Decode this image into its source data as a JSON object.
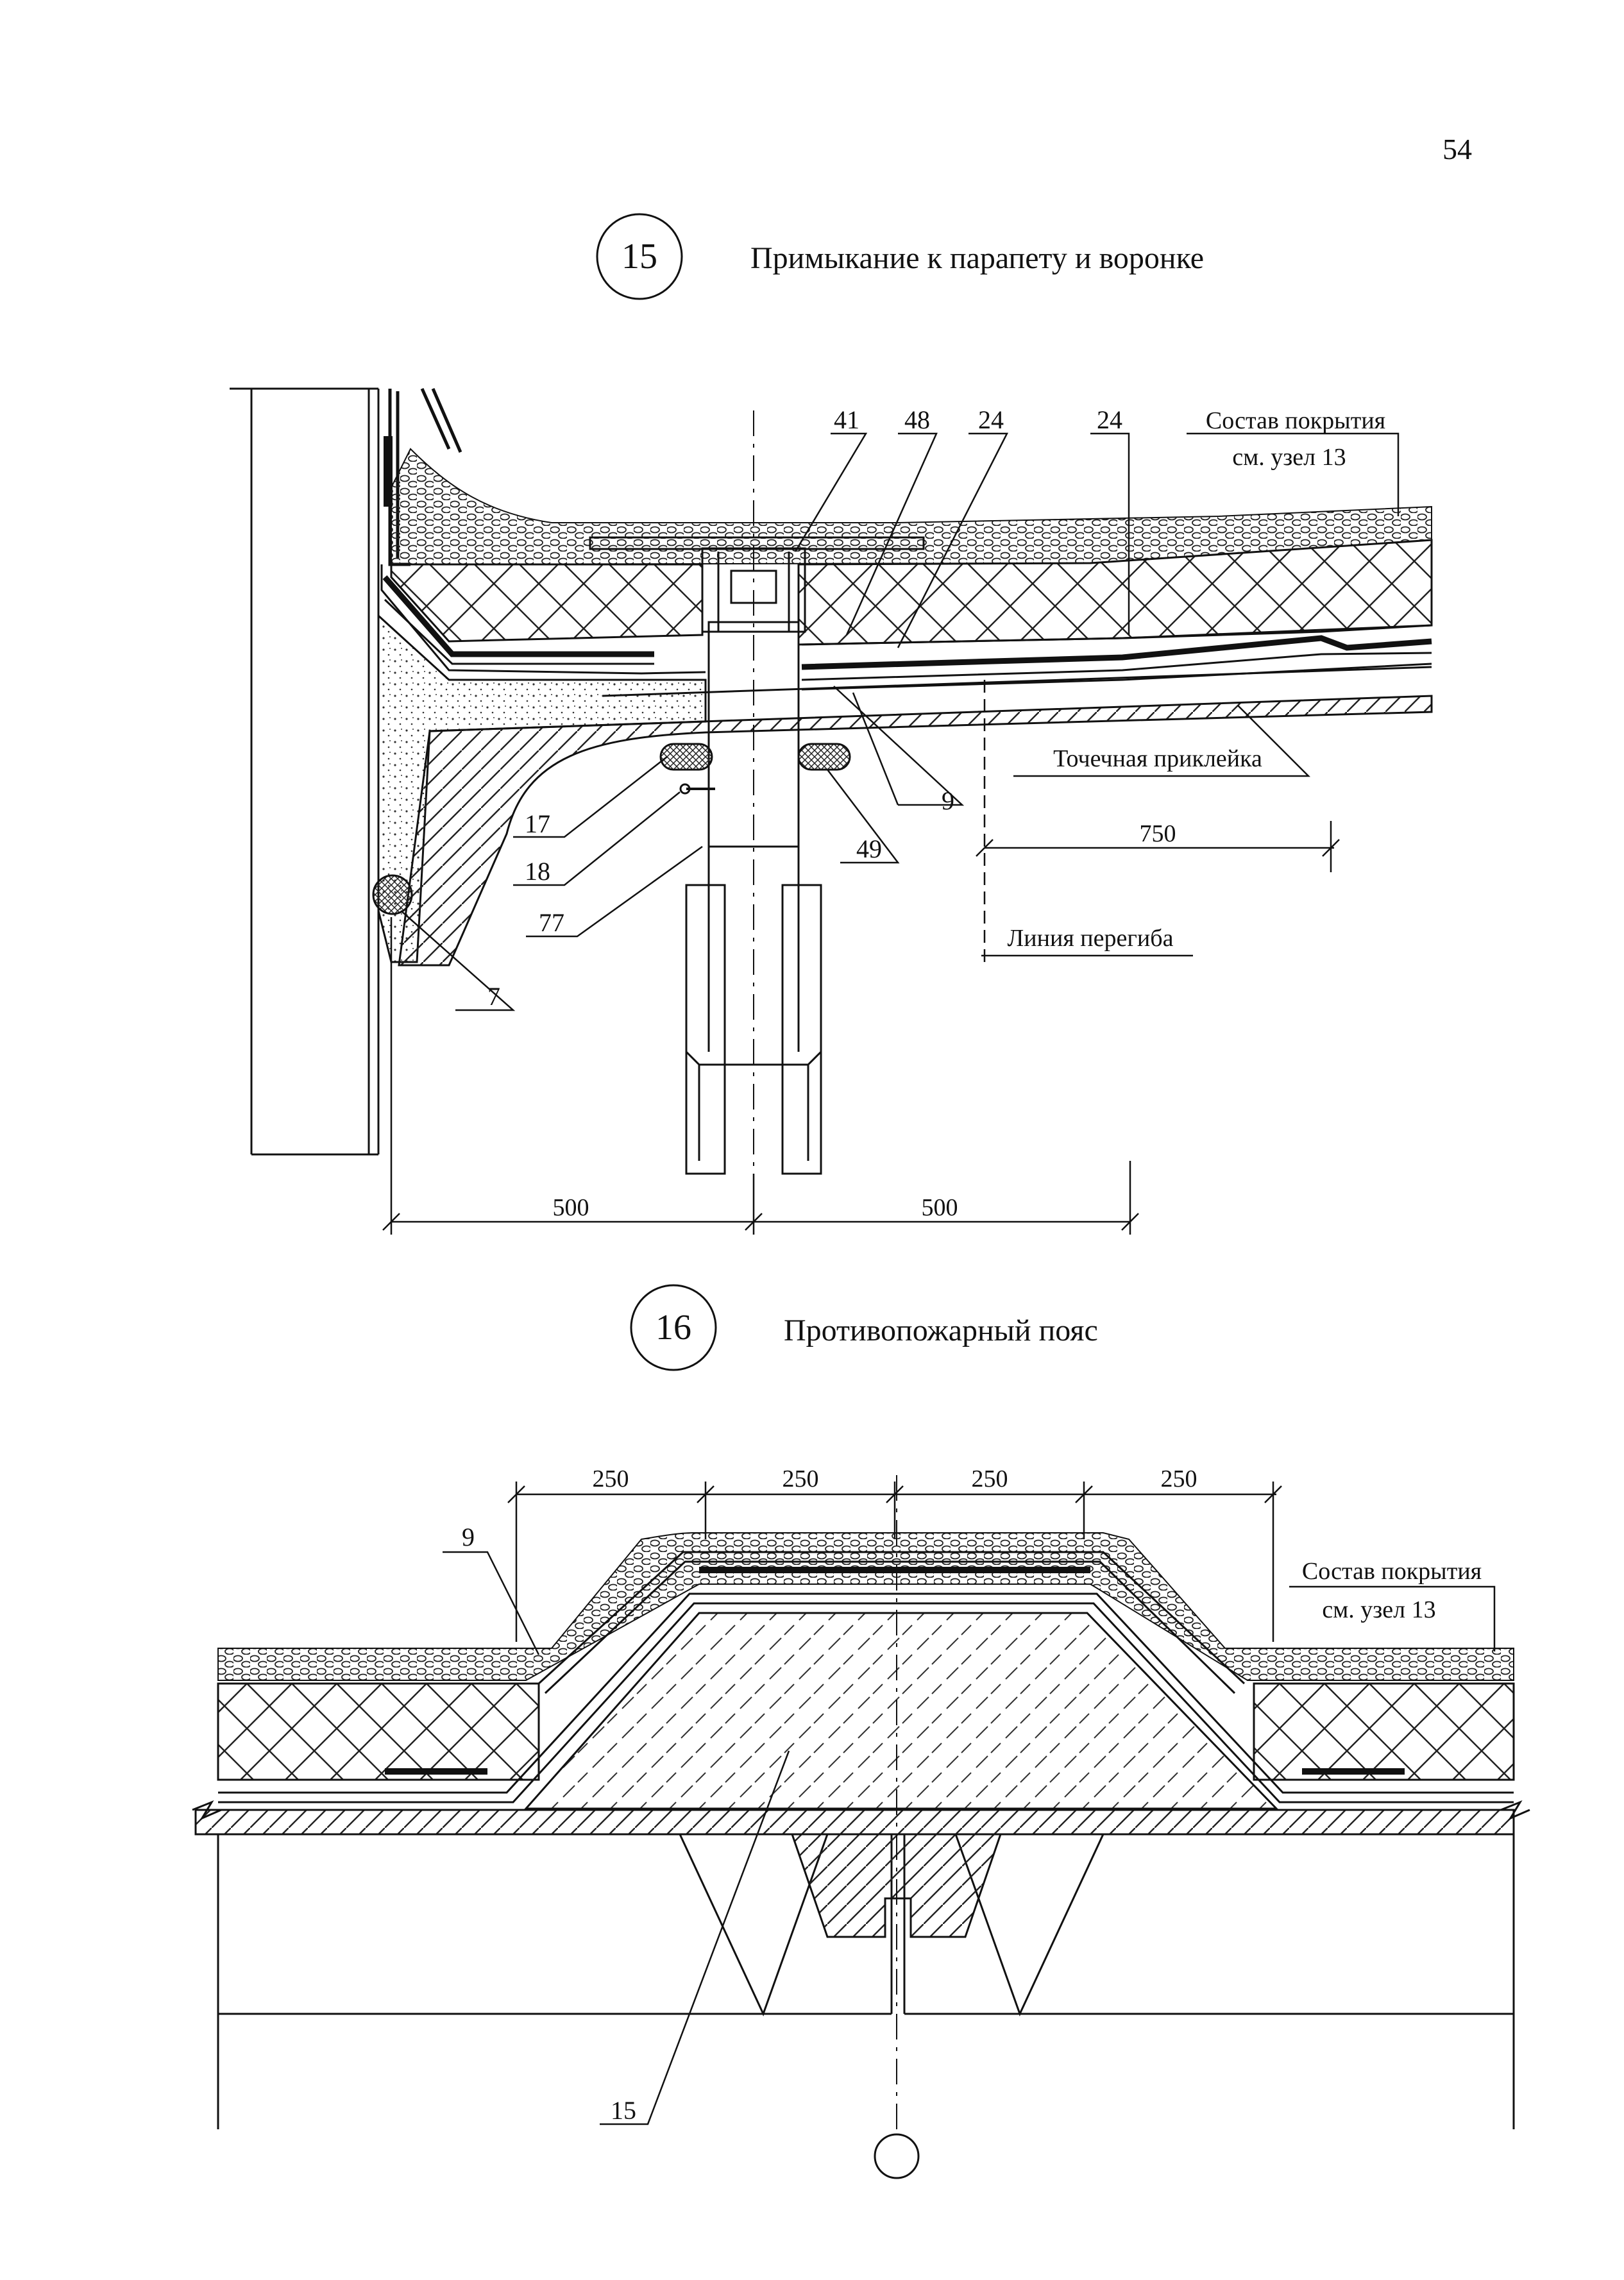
{
  "page_number": "54",
  "detail15": {
    "number": "15",
    "title": "Примыкание к парапету и воронке",
    "callouts": {
      "c41": "41",
      "c48": "48",
      "c24a": "24",
      "c24b": "24",
      "c17": "17",
      "c18": "18",
      "c77": "77",
      "c7": "7",
      "c9": "9",
      "c49": "49"
    },
    "composition_line1": "Состав покрытия",
    "composition_line2": "см. узел 13",
    "spot_gluing": "Точечная приклейка",
    "bend_line": "Линия перегиба",
    "dim_750": "750",
    "dim_500_left": "500",
    "dim_500_right": "500"
  },
  "detail16": {
    "number": "16",
    "title": "Противопожарный пояс",
    "dims": [
      "250",
      "250",
      "250",
      "250"
    ],
    "callout_9": "9",
    "callout_15": "15",
    "composition_line1": "Состав покрытия",
    "composition_line2": "см. узел 13"
  },
  "colors": {
    "ink": "#111111",
    "paper": "#ffffff"
  }
}
